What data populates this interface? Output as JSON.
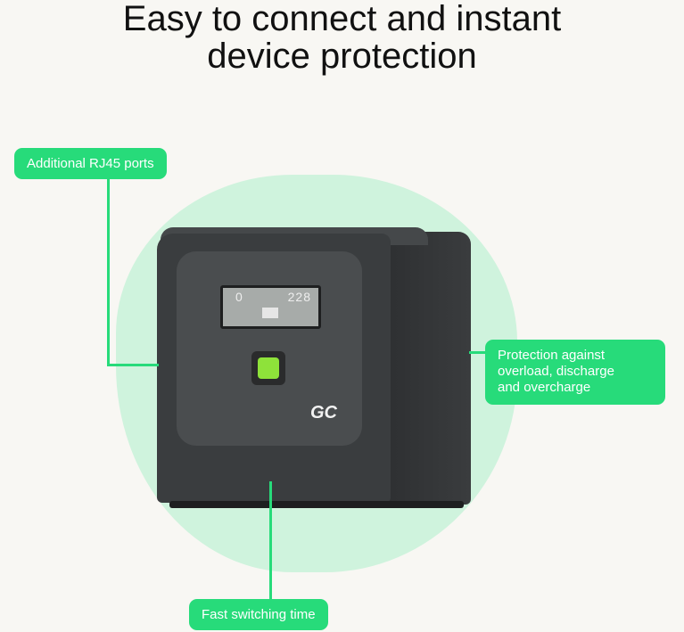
{
  "title_line1": "Easy to connect and instant",
  "title_line2": "device protection",
  "callouts": {
    "rj45": "Additional RJ45 ports",
    "protection_line1": "Protection against",
    "protection_line2": "overload, discharge",
    "protection_line3": "and overcharge",
    "switching": "Fast switching time"
  },
  "device": {
    "lcd_left_value": "0",
    "lcd_right_value": "228",
    "logo": "GC"
  },
  "colors": {
    "accent": "#27db7a",
    "blob": "#cff3dd",
    "button": "#8ee23a"
  }
}
